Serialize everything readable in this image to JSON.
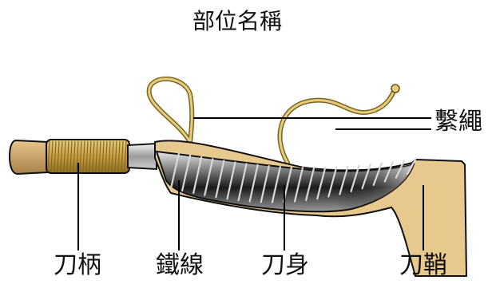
{
  "title": "部位名稱",
  "labels": {
    "cord": "繫繩",
    "handle": "刀柄",
    "wire": "鐵線",
    "blade": "刀身",
    "sheath": "刀鞘"
  },
  "colors": {
    "handle_wrap": "#c9a24a",
    "handle_wood": "#c8a36a",
    "sheath": "#e8c98e",
    "blade_dark": "#222222",
    "cord": "#d8c070",
    "leader": "#000000"
  }
}
